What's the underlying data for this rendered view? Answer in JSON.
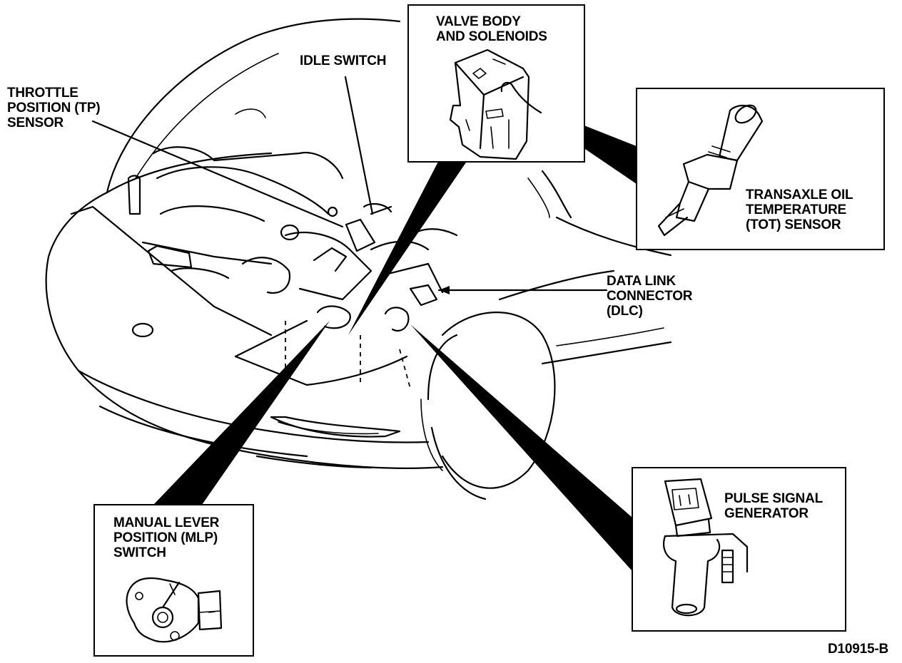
{
  "diagram": {
    "figure_id": "D10915-B",
    "subject": "vehicle engine compartment — transaxle control components",
    "callouts": [
      {
        "id": "tp-sensor",
        "lines": [
          "THROTTLE",
          "POSITION (TP)",
          "SENSOR"
        ]
      },
      {
        "id": "idle-switch",
        "lines": [
          "IDLE SWITCH"
        ]
      },
      {
        "id": "valve-body",
        "lines": [
          "VALVE BODY",
          "AND SOLENOIDS"
        ]
      },
      {
        "id": "tot-sensor",
        "lines": [
          "TRANSAXLE OIL",
          "TEMPERATURE",
          "(TOT) SENSOR"
        ]
      },
      {
        "id": "dlc",
        "lines": [
          "DATA LINK",
          "CONNECTOR",
          "(DLC)"
        ]
      },
      {
        "id": "pulse-generator",
        "lines": [
          "PULSE SIGNAL",
          "GENERATOR"
        ]
      },
      {
        "id": "mlp-switch",
        "lines": [
          "MANUAL LEVER",
          "POSITION (MLP)",
          "SWITCH"
        ]
      }
    ],
    "colors": {
      "ink": "#000000",
      "paper": "#ffffff"
    }
  }
}
